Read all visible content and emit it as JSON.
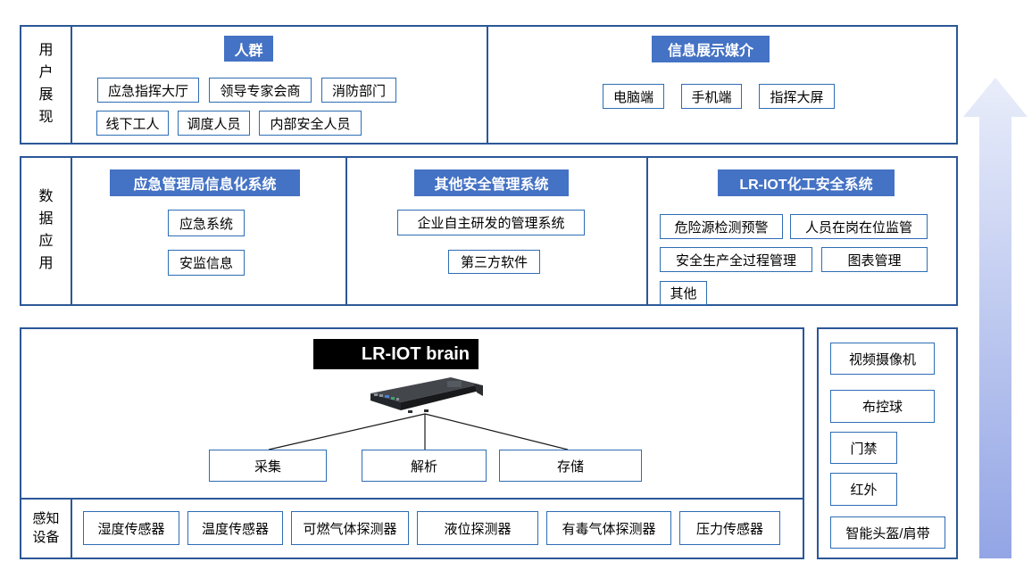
{
  "colors": {
    "header_blue": "#4472C4",
    "outer_border": "#2b5797",
    "box_border": "#2e6db4",
    "brain_bg": "#000000",
    "arrow_top": "#e9edfa",
    "arrow_bottom": "#93a5e5"
  },
  "user_section": {
    "label": "用户展现",
    "crowd_header": "人群",
    "crowd_row1": [
      "应急指挥大厅",
      "领导专家会商",
      "消防部门"
    ],
    "crowd_row2": [
      "线下工人",
      "调度人员",
      "内部安全人员"
    ],
    "media_header": "信息展示媒介",
    "media_items": [
      "电脑端",
      "手机端",
      "指挥大屏"
    ]
  },
  "data_section": {
    "label": "数据应用",
    "col1": {
      "header": "应急管理局信息化系统",
      "items": [
        "应急系统",
        "安监信息"
      ]
    },
    "col2": {
      "header": "其他安全管理系统",
      "items": [
        "企业自主研发的管理系统",
        "第三方软件"
      ]
    },
    "col3": {
      "header": "LR-IOT化工安全系统",
      "row1": [
        "危险源检测预警",
        "人员在岗在位监管"
      ],
      "row2": [
        "安全生产全过程管理",
        "图表管理"
      ],
      "row3": [
        "其他"
      ]
    }
  },
  "platform_section": {
    "brain_title": "LR-IOT brain",
    "functions": [
      "采集",
      "解析",
      "存储"
    ],
    "sensor_label": "感知设备",
    "sensors": [
      "湿度传感器",
      "温度传感器",
      "可燃气体探测器",
      "液位探测器",
      "有毒气体探测器",
      "压力传感器"
    ]
  },
  "devices_panel": {
    "items": [
      "视频摄像机",
      "布控球",
      "门禁",
      "红外",
      "智能头盔/肩带"
    ]
  }
}
